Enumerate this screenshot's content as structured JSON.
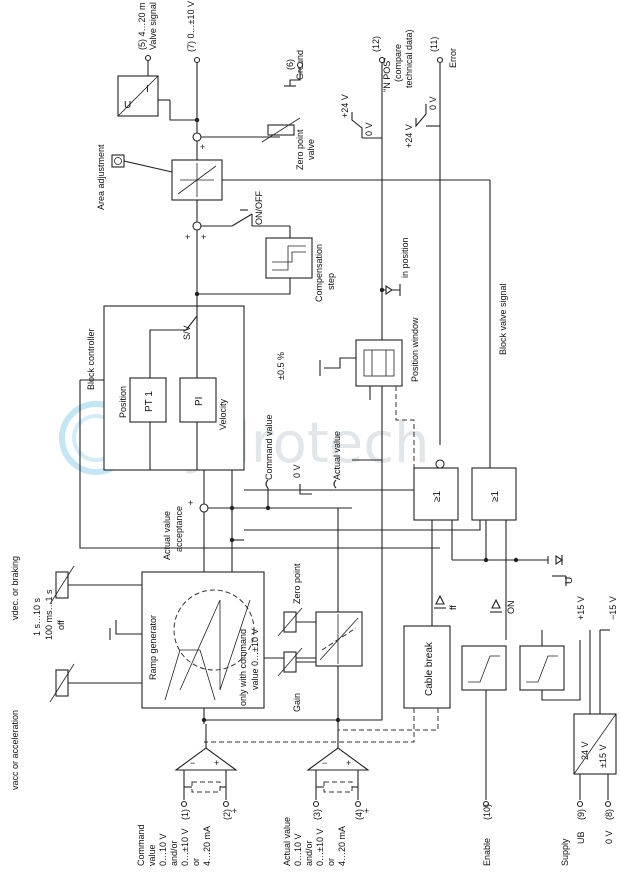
{
  "watermark": "Hydrotech",
  "colors": {
    "line": "#222222",
    "watermark": "#c9d3dc",
    "swirl": "#4fb7e0"
  },
  "terminals": {
    "valve_signal": "(5) 4…20 m",
    "valve_signal_label": "Valve signal",
    "out_voltage": "(7) 0…±10 V",
    "ground_no": "(6)",
    "ground": "Ground",
    "npos_no": "(12)",
    "npos": "\"N POS\"",
    "npos_note1": "(compare",
    "npos_note2": "technical data)",
    "error_no": "(11)",
    "error": "Error",
    "cmd_1": "(1)",
    "cmd_2": "(2)",
    "act_3": "(3)",
    "act_4": "(4)",
    "enable_no": "(10)",
    "supply_9": "(9)",
    "supply_8": "(8)"
  },
  "labels": {
    "zero_point_valve": "Zero point",
    "zero_point_valve2": "valve",
    "area_adjustment": "Area adjustment",
    "on_off": "ON/OFF",
    "compensation": "Compensation",
    "compensation2": "step",
    "in_position": "in position",
    "position_window": "Position window",
    "pos_tol": "±0.5 %",
    "block_valve": "Block valve signal",
    "block_controller": "Block controller",
    "sv": "S/V",
    "position": "Position",
    "pt1": "PT 1",
    "pi": "PI",
    "velocity": "Velocity",
    "command_value": "Command value",
    "zero_v": "0 V",
    "actual_value": "Actual value",
    "actual_accept1": "Actual value",
    "actual_accept2": "acceptance",
    "v_dec": "vdec. or braking",
    "v_acc": "vacc or acceleration",
    "ramp_generator": "Ramp generator",
    "ramp_note1": "only with command",
    "ramp_note2": "value 0…±10 V",
    "times1": "1 s…10 s",
    "times2": "100 ms…1 s",
    "times3": "off",
    "zero_point": "Zero point",
    "gain": "Gain",
    "cable_break": "Cable break",
    "ff": "ff",
    "on": "ON",
    "or1": "≥1",
    "or2": "≥1",
    "u_label": "U",
    "p15": "+15 V",
    "m15": "−15 V",
    "v24": "24 V",
    "v15": "±15 V",
    "p24a": "+24 V",
    "zero_a": "0 V",
    "p24b": "+24 V",
    "zero_b": "0 V",
    "u_i1": "U",
    "u_i2": "I",
    "cmd_text": [
      "Command",
      "value",
      "0…10 V",
      "and/or",
      "0…±10 V",
      "or",
      "4…20 mA"
    ],
    "act_text": [
      "Actual value",
      "0…10 V",
      "and/or",
      "0…±10 V",
      "or",
      "4…20 mA"
    ],
    "enable": "Enable",
    "supply": "Supply",
    "ub": "UB",
    "zero_supply": "0 V",
    "minus": "−",
    "plus": "+",
    "plus2": "+",
    "plus3": "+",
    "plus4": "+",
    "plus5": "+",
    "plus6": "+",
    "plus7": "+",
    "plus8": "+"
  }
}
